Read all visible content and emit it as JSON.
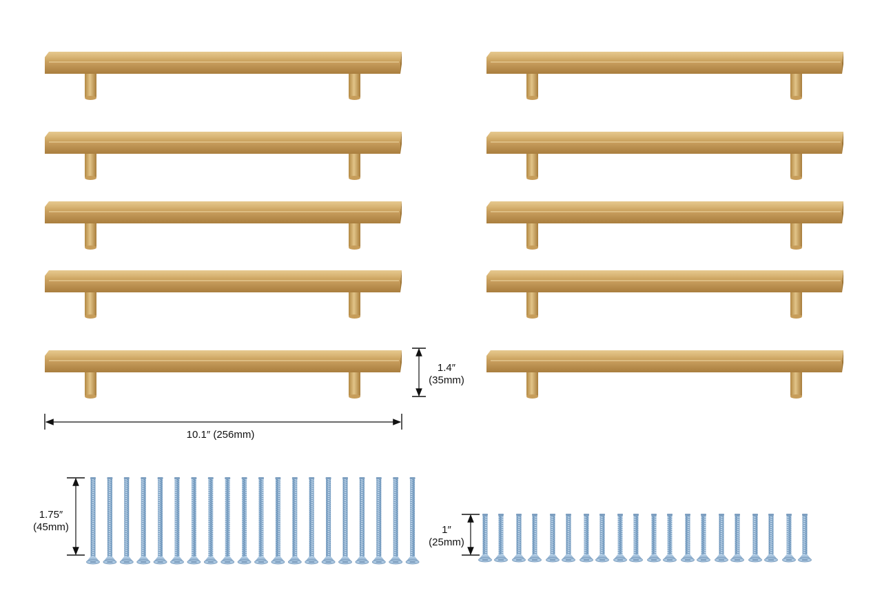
{
  "product": {
    "handle_count": 10,
    "long_screw_count": 20,
    "short_screw_count": 20,
    "colors": {
      "brass": "#d2ad6c",
      "brass_dark": "#b48a45",
      "screw": "#9fc2df",
      "dimension_line": "#111111"
    }
  },
  "dimensions": {
    "height_inch": "1.4″",
    "height_mm": "(35mm)",
    "length_inch": "10.1″",
    "length_mm": "(256mm)",
    "long_screw_inch": "1.75″",
    "long_screw_mm": "(45mm)",
    "short_screw_inch": "1″",
    "short_screw_mm": "(25mm)"
  }
}
